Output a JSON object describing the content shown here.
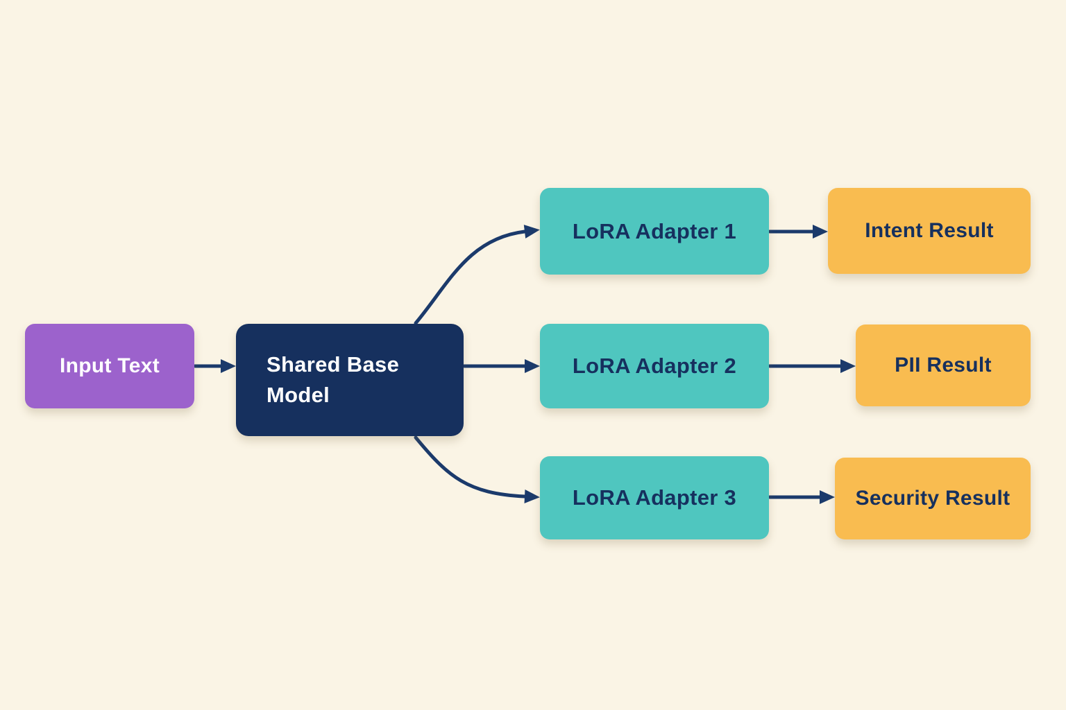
{
  "diagram": {
    "type": "flowchart",
    "background_color": "#faf4e5",
    "arrow_color": "#1b3a6b",
    "nodes": {
      "input": {
        "label": "Input Text",
        "fill_color": "#9c62cc",
        "text_color": "#ffffff"
      },
      "base": {
        "label": "Shared Base Model",
        "fill_color": "#16305e",
        "text_color": "#ffffff"
      },
      "adapter1": {
        "label": "LoRA Adapter 1",
        "fill_color": "#4fc6bf",
        "text_color": "#16305e"
      },
      "adapter2": {
        "label": "LoRA Adapter 2",
        "fill_color": "#4fc6bf",
        "text_color": "#16305e"
      },
      "adapter3": {
        "label": "LoRA Adapter 3",
        "fill_color": "#4fc6bf",
        "text_color": "#16305e"
      },
      "result1": {
        "label": "Intent Result",
        "fill_color": "#f9bc50",
        "text_color": "#16305e"
      },
      "result2": {
        "label": "PII Result",
        "fill_color": "#f9bc50",
        "text_color": "#16305e"
      },
      "result3": {
        "label": "Security Result",
        "fill_color": "#f9bc50",
        "text_color": "#16305e"
      }
    },
    "edges": [
      {
        "from": "Input Text",
        "to": "Shared Base Model"
      },
      {
        "from": "Shared Base Model",
        "to": "LoRA Adapter 1"
      },
      {
        "from": "Shared Base Model",
        "to": "LoRA Adapter 2"
      },
      {
        "from": "Shared Base Model",
        "to": "LoRA Adapter 3"
      },
      {
        "from": "LoRA Adapter 1",
        "to": "Intent Result"
      },
      {
        "from": "LoRA Adapter 2",
        "to": "PII Result"
      },
      {
        "from": "LoRA Adapter 3",
        "to": "Security Result"
      }
    ]
  }
}
